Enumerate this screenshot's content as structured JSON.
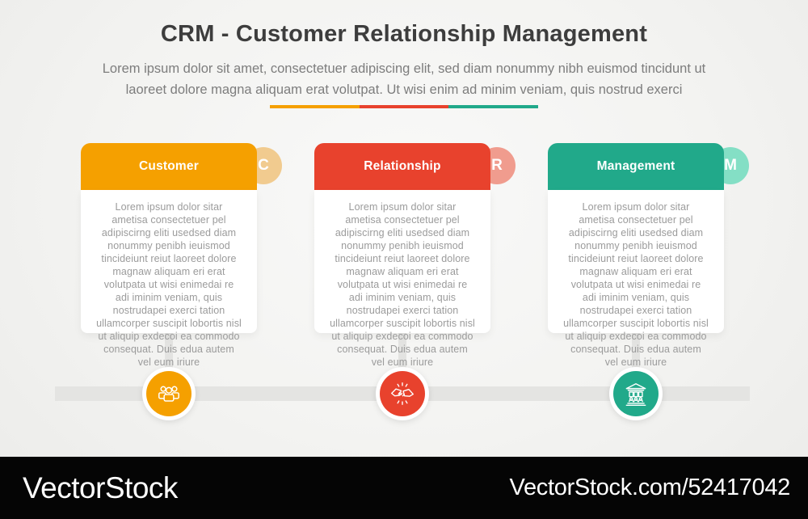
{
  "header": {
    "title": "CRM - Customer Relationship Management",
    "subtitle_line1": "Lorem ipsum dolor sit amet, consectetuer adipiscing elit, sed diam nonummy nibh euismod tincidunt ut",
    "subtitle_line2": "laoreet dolore magna aliquam erat volutpat. Ut wisi enim ad minim veniam, quis nostrud exerci"
  },
  "divider_colors": [
    "#F5A000",
    "#E8422D",
    "#21A98A"
  ],
  "cards": [
    {
      "label": "Customer",
      "letter": "C",
      "color": "#F5A000",
      "badge_color": "#F1CB8F",
      "icon": "team-icon",
      "body": "Lorem ipsum dolor sitar ametisa consectetuer pel adipiscirng eliti usedsed diam nonummy penibh ieuismod tincideiunt reiut laoreet dolore magnaw aliquam eri erat volutpata ut wisi enimedai re adi iminim veniam, quis nostrudapei exerci tation ullamcorper suscipit lobortis nisl ut aliquip exdecoi ea commodo consequat. Duis edua autem vel eum iriure"
    },
    {
      "label": "Relationship",
      "letter": "R",
      "color": "#E8422D",
      "badge_color": "#F09C8E",
      "icon": "handshake-icon",
      "body": "Lorem ipsum dolor sitar ametisa consectetuer pel adipiscirng eliti usedsed diam nonummy penibh ieuismod tincideiunt reiut laoreet dolore magnaw aliquam eri erat volutpata ut wisi enimedai re adi iminim veniam, quis nostrudapei exerci tation ullamcorper suscipit lobortis nisl ut aliquip exdecoi ea commodo consequat. Duis edua autem vel eum iriure"
    },
    {
      "label": "Management",
      "letter": "M",
      "color": "#21A98A",
      "badge_color": "#84DFC5",
      "icon": "bank-icon",
      "body": "Lorem ipsum dolor sitar ametisa consectetuer pel adipiscirng eliti usedsed diam nonummy penibh ieuismod tincideiunt reiut laoreet dolore magnaw aliquam eri erat volutpata ut wisi enimedai re adi iminim veniam, quis nostrudapei exerci tation ullamcorper suscipit lobortis nisl ut aliquip exdecoi ea commodo consequat. Duis edua autem vel eum iriure"
    }
  ],
  "footer": {
    "brand": "VectorStock",
    "credit": "VectorStock.com/52417042"
  }
}
